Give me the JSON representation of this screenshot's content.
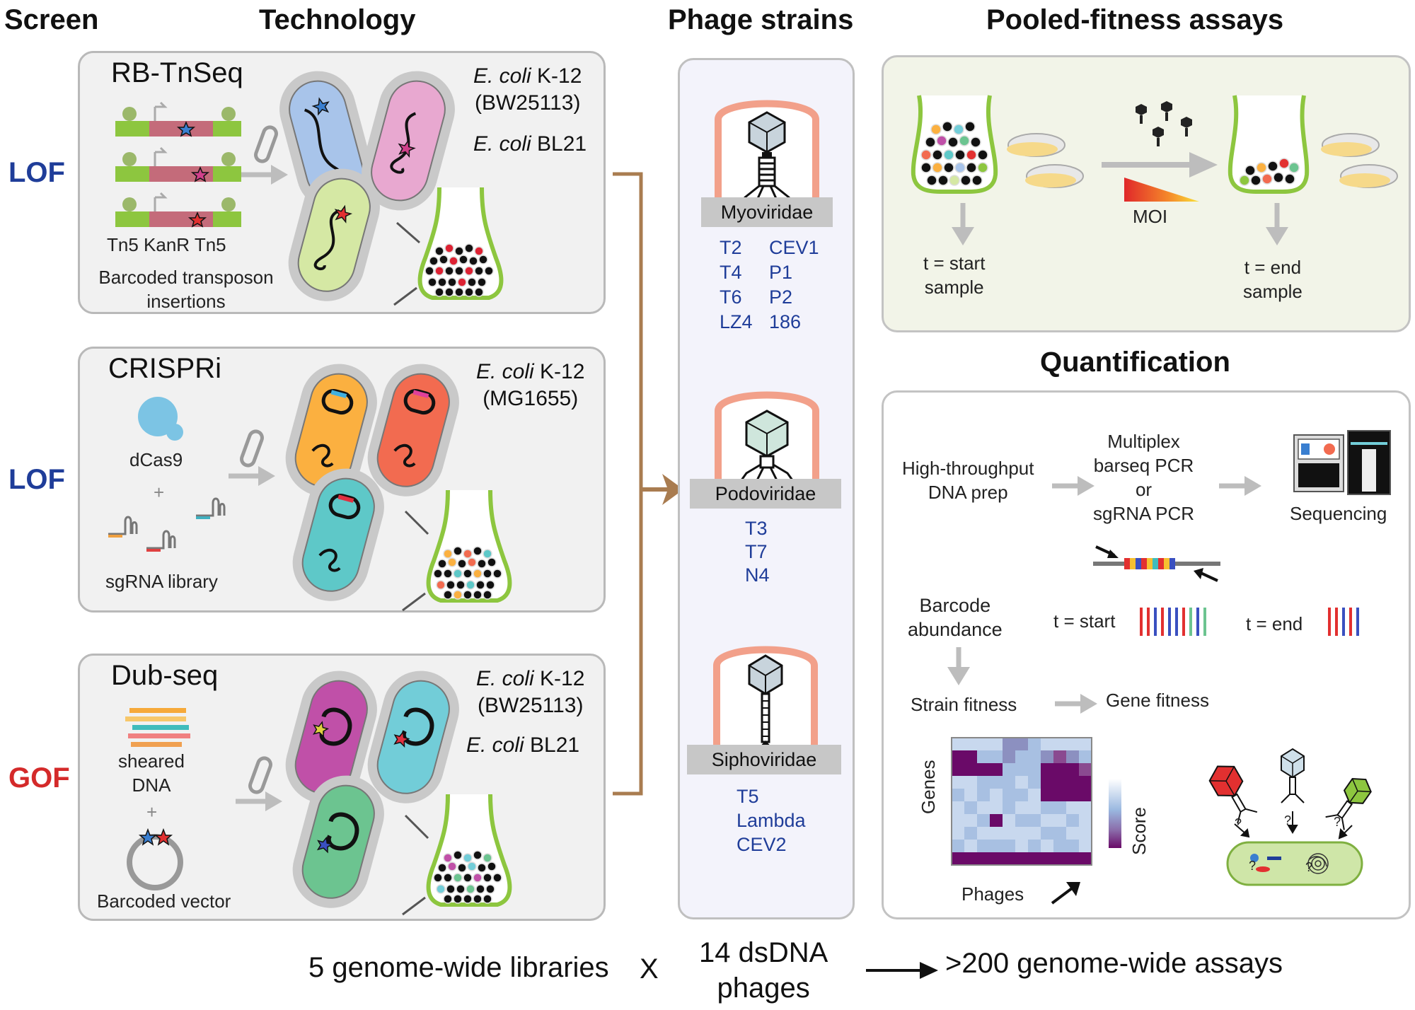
{
  "headers": {
    "screen": "Screen",
    "technology": "Technology",
    "phage_strains": "Phage strains",
    "pooled_fitness": "Pooled-fitness assays",
    "quantification": "Quantification"
  },
  "screens": {
    "lof1": "LOF",
    "lof2": "LOF",
    "gof": "GOF"
  },
  "rbtnseq": {
    "title": "RB-TnSeq",
    "strain1_italic": "E. coli",
    "strain1_rest": " K-12",
    "strain1_sub": "(BW25113)",
    "strain2_italic": "E. coli",
    "strain2_rest": " BL21",
    "construct_label": "Tn5 KanR Tn5",
    "caption1": "Barcoded transposon",
    "caption2": "insertions"
  },
  "crispri": {
    "title": "CRISPRi",
    "strain1_italic": "E. coli",
    "strain1_rest": " K-12",
    "strain1_sub": "(MG1655)",
    "dcas9": "dCas9",
    "plus": "+",
    "sgrna": "sgRNA library"
  },
  "dubseq": {
    "title": "Dub-seq",
    "strain1_italic": "E. coli",
    "strain1_rest": " K-12",
    "strain1_sub": "(BW25113)",
    "strain2_italic": "E. coli",
    "strain2_rest": " BL21",
    "sheared1": "sheared",
    "sheared2": "DNA",
    "plus": "+",
    "vector": "Barcoded vector"
  },
  "phages": {
    "myo": {
      "family": "Myoviridae",
      "col1": [
        "T2",
        "T4",
        "T6",
        "LZ4"
      ],
      "col2": [
        "CEV1",
        "P1",
        "P2",
        "186"
      ]
    },
    "podo": {
      "family": "Podoviridae",
      "col1": [
        "T3",
        "T7",
        "N4"
      ]
    },
    "sipho": {
      "family": "Siphoviridae",
      "col1": [
        "T5",
        "Lambda",
        "CEV2"
      ]
    }
  },
  "pooled": {
    "moi": "MOI",
    "start1": "t = start",
    "start2": "sample",
    "end1": "t = end",
    "end2": "sample"
  },
  "quant": {
    "htp1": "High-throughput",
    "htp2": "DNA prep",
    "mp1": "Multiplex",
    "mp2": "barseq PCR",
    "mp3": "or",
    "mp4": "sgRNA PCR",
    "seq": "Sequencing",
    "bc1": "Barcode",
    "bc2": "abundance",
    "tstart": "t = start",
    "tend": "t = end",
    "strainfit": "Strain fitness",
    "genefit": "Gene fitness",
    "genes": "Genes",
    "phages": "Phages",
    "score": "Score",
    "q": "?"
  },
  "footer": {
    "libs": "5 genome-wide libraries",
    "x": "X",
    "ds1": "14 dsDNA",
    "ds2": "phages",
    "assays": ">200 genome-wide assays"
  },
  "colors": {
    "lof": "#1f3d99",
    "gof": "#d42a2a",
    "green": "#8dc63f",
    "arrow_brown": "#a97c50",
    "pooled_bg": "#f2f4e8"
  }
}
